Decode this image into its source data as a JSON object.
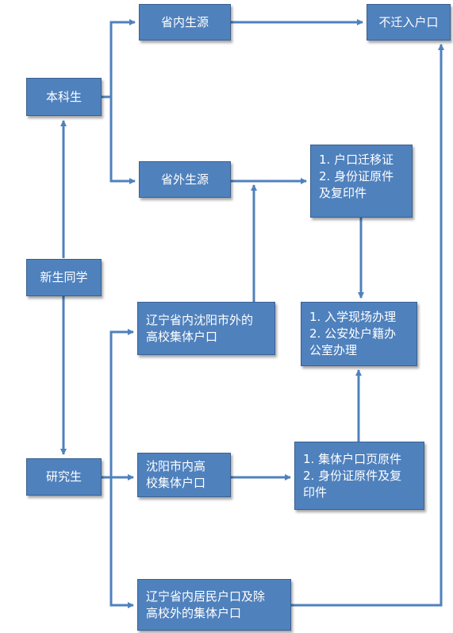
{
  "nodes": {
    "undergrad": "本科生",
    "freshman": "新生同学",
    "graduate": "研究生",
    "in_province": "省内生源",
    "out_province": "省外生源",
    "no_move": "不迁入户口",
    "docs_out": "1. 户口迁移证\n2. 身份证原件\n及复印件",
    "liaoning_outside": "辽宁省内沈阳市外的\n高校集体户口",
    "enroll": "1. 入学现场办理\n2. 公安处户籍办\n公室办理",
    "shenyang_collective": "沈阳市内高\n校集体户口",
    "docs_collective": "1. 集体户口页原件\n2. 身份证原件及复\n印件",
    "liaoning_resident": "辽宁省内居民户口及除\n高校外的集体户口"
  },
  "colors": {
    "box": "#4f81bd",
    "arrow": "#4f81bd"
  }
}
